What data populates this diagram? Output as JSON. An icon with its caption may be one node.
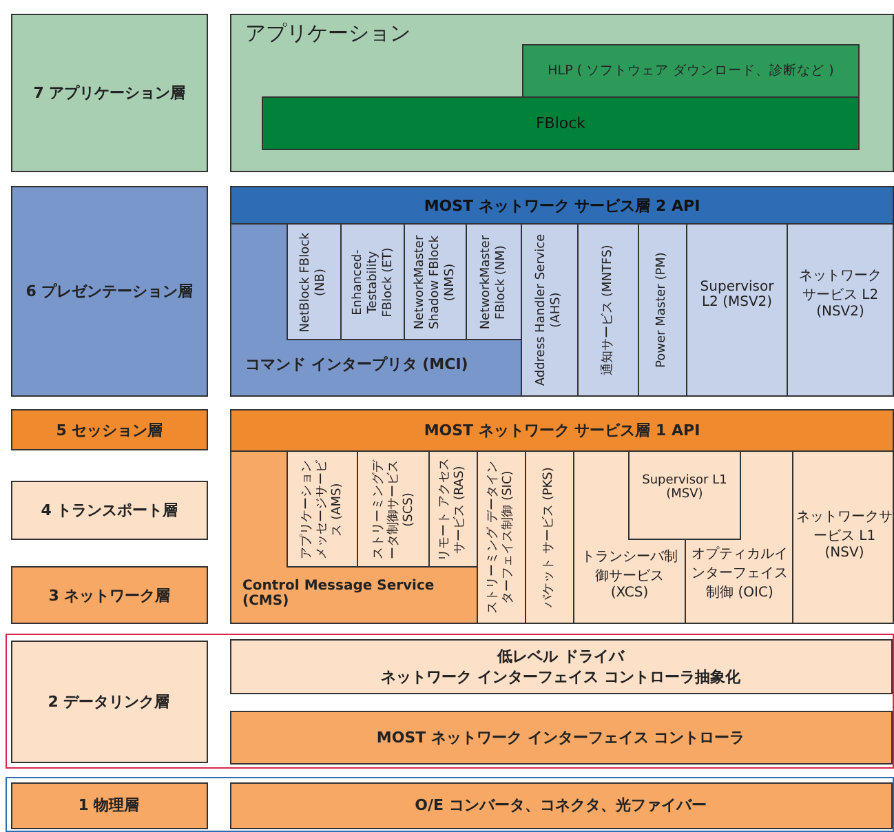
{
  "diagram": {
    "nodes": [
      {
        "text": [
          "7 アプリケーション層"
        ]
      },
      {
        "text": [
          "アプリケーション"
        ]
      },
      {
        "text": [
          "HLP ( ソフトウェア ダウンロード、診断など )"
        ],
        "in": 1
      },
      {
        "text": [
          "FBlock"
        ],
        "in": 1
      },
      {
        "text": [
          "6 プレゼンテーション層"
        ]
      },
      {
        "text": [
          "MOST ネットワーク サービス層 2 API"
        ]
      },
      {
        "text": [
          "コマンド インタープリタ (MCI)"
        ]
      },
      {
        "text": [
          "NetBlock FBlock (NB)"
        ],
        "in": 6
      },
      {
        "text": [
          "Enhanced-Testability FBlock (ET)"
        ],
        "in": 6
      },
      {
        "text": [
          "NetworkMaster Shadow FBlock (NMS)"
        ],
        "in": 6
      },
      {
        "text": [
          "NetworkMaster FBlock (NM)"
        ],
        "in": 6
      },
      {
        "text": [
          "Address Handler Service (AHS)"
        ]
      },
      {
        "text": [
          "通知サービス (MNTFS)"
        ]
      },
      {
        "text": [
          "Power Master (PM)"
        ]
      },
      {
        "text": [
          "Supervisor L2 (MSV2)"
        ]
      },
      {
        "text": [
          "ネットワークサービス L2 (NSV2)"
        ]
      },
      {
        "text": [
          "5 セッション層"
        ]
      },
      {
        "text": [
          "MOST ネットワーク サービス層 1 API"
        ]
      },
      {
        "text": [
          "4 トランスポート層"
        ]
      },
      {
        "text": [
          "3 ネットワーク層"
        ]
      },
      {
        "text": [
          "Control Message Service (CMS)"
        ]
      },
      {
        "text": [
          "アプリケーションメッセージサービス (AMS)"
        ],
        "in": 20
      },
      {
        "text": [
          "ストリーミングデータ制御サービス (SCS)"
        ],
        "in": 20
      },
      {
        "text": [
          "リモート アクセスサービス (RAS)"
        ],
        "in": 20
      },
      {
        "text": [
          "ストリーミング データインターフェイス制御 (SIC)"
        ]
      },
      {
        "text": [
          "パケット サービス (PKS)"
        ]
      },
      {
        "text": [
          "Supervisor L1 (MSV)"
        ]
      },
      {
        "text": [
          "トランシーバ制御サービス (XCS)"
        ]
      },
      {
        "text": [
          "オプティカルインターフェイス制御 (OIC)"
        ]
      },
      {
        "text": [
          "ネットワークサービス L1 (NSV)"
        ]
      },
      {
        "text": [],
        "shape": "box"
      },
      {
        "text": [
          "2 データリンク層"
        ],
        "in": 30
      },
      {
        "text": [
          "低レベル ドライバ",
          "ネットワーク インターフェイス コントローラ抽象化"
        ],
        "in": 30
      },
      {
        "text": [
          "MOST ネットワーク インターフェイス コントローラ"
        ],
        "in": 30
      },
      {
        "text": [],
        "shape": "box"
      },
      {
        "text": [
          "1 物理層"
        ],
        "in": 34
      },
      {
        "text": [
          "O/E コンバータ、コネクタ、光ファイバー"
        ],
        "in": 34
      }
    ],
    "edges": []
  }
}
